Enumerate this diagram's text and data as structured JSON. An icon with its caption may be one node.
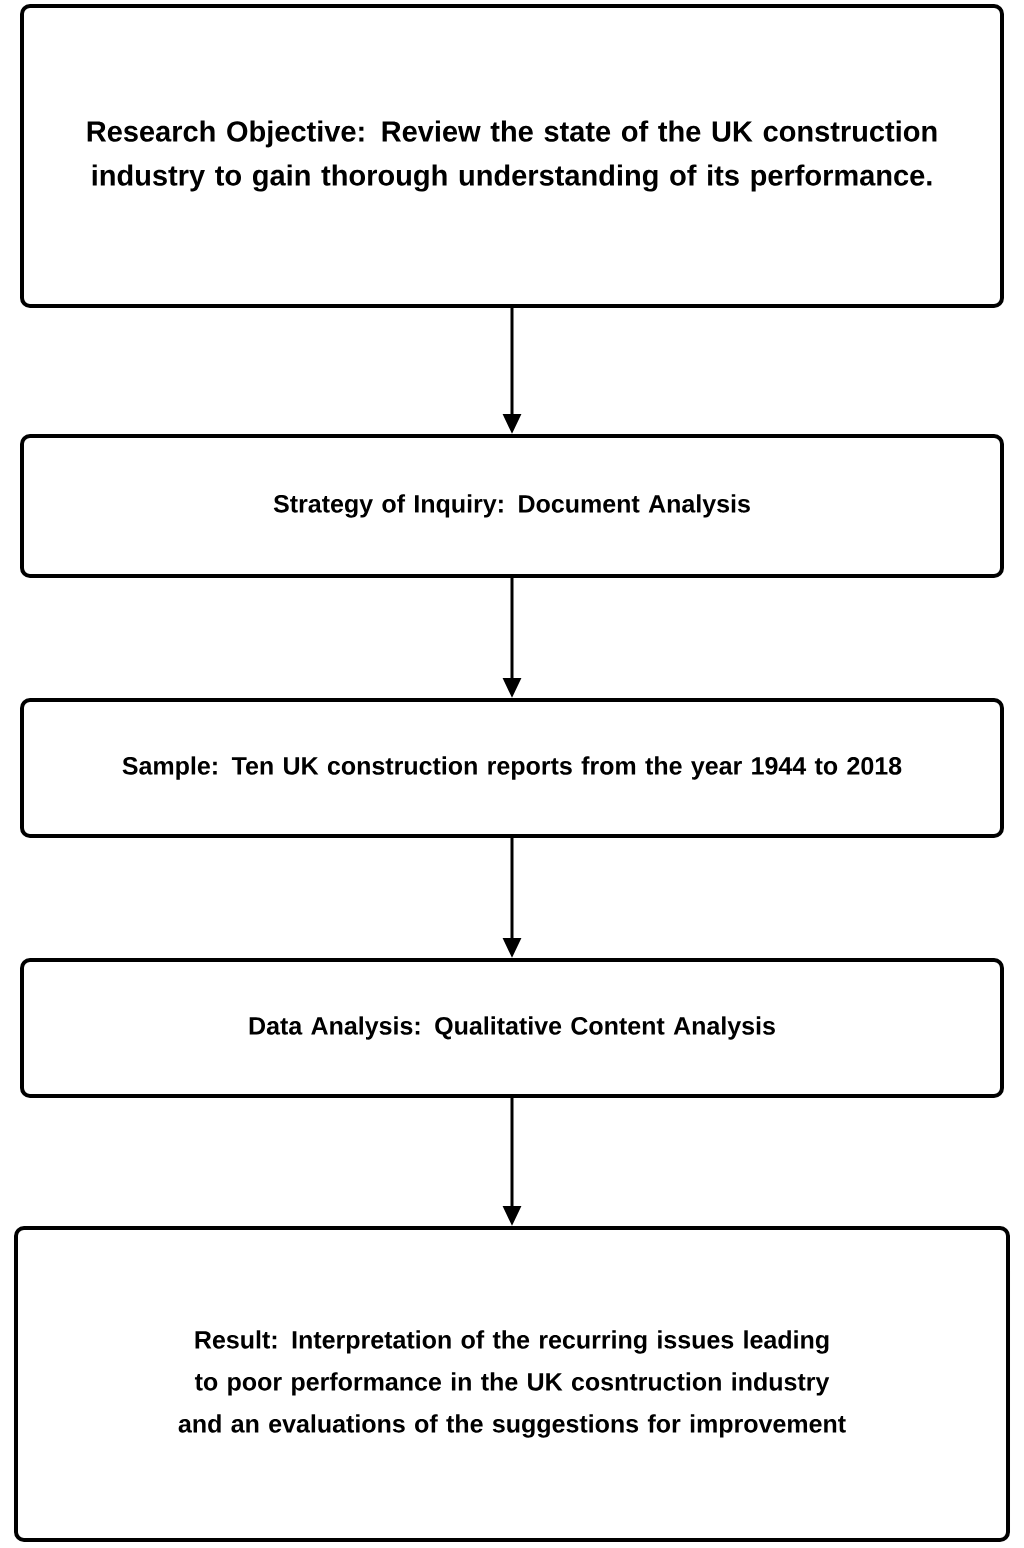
{
  "diagram": {
    "nodes": [
      {
        "text": [
          "Research Objective: Review the state of the UK construction industry to gain thorough understanding of its performance."
        ]
      },
      {
        "text": [
          "Strategy of Inquiry: Document Analysis"
        ]
      },
      {
        "text": [
          "Sample: Ten UK construction reports from the year 1944 to 2018"
        ]
      },
      {
        "text": [
          "Data Analysis: Qualitative Content Analysis"
        ]
      },
      {
        "text": [
          "Result: Interpretation of the recurring issues leading to poor performance in the UK cosntruction industry and an evaluations of the suggestions for improvement"
        ]
      }
    ],
    "edges": [
      {
        "from": 0,
        "to": 1,
        "arrow": "to"
      },
      {
        "from": 1,
        "to": 2,
        "arrow": "to"
      },
      {
        "from": 2,
        "to": 3,
        "arrow": "to"
      },
      {
        "from": 3,
        "to": 4,
        "arrow": "to"
      }
    ]
  }
}
